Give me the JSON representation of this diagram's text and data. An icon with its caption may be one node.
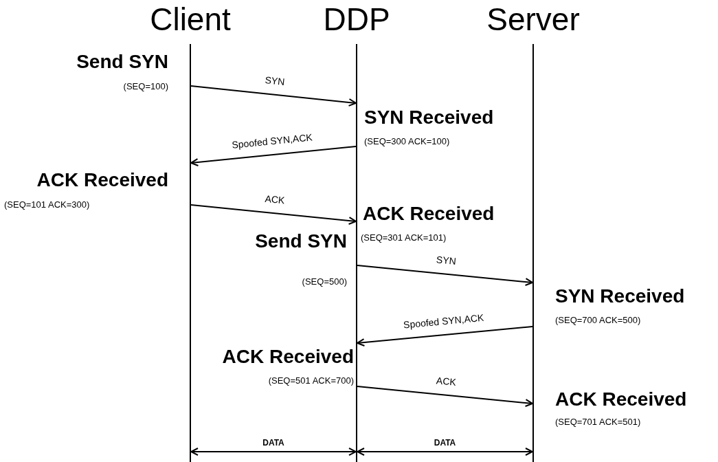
{
  "diagram": {
    "nodes": [
      {
        "text": [
          "Client"
        ]
      },
      {
        "text": [
          "DDP"
        ]
      },
      {
        "text": [
          "Server"
        ]
      }
    ],
    "edges": [
      {
        "from": 0,
        "to": 1,
        "arrow": "to",
        "label": "SYN"
      },
      {
        "from": 1,
        "to": 0,
        "arrow": "to",
        "label": "Spoofed SYN,ACK"
      },
      {
        "from": 0,
        "to": 1,
        "arrow": "to",
        "label": "ACK"
      },
      {
        "from": 1,
        "to": 2,
        "arrow": "to",
        "label": "SYN"
      },
      {
        "from": 2,
        "to": 1,
        "arrow": "to",
        "label": "Spoofed SYN,ACK"
      },
      {
        "from": 1,
        "to": 2,
        "arrow": "to",
        "label": "ACK"
      },
      {
        "from": 0,
        "to": 1,
        "arrow": "both",
        "label": "DATA"
      },
      {
        "from": 1,
        "to": 2,
        "arrow": "both",
        "label": "DATA"
      }
    ],
    "labels": [
      "Send SYN",
      "(SEQ=100)",
      "SYN Received",
      "(SEQ=300 ACK=100)",
      "ACK Received",
      "(SEQ=101 ACK=300)",
      "ACK Received",
      "(SEQ=301 ACK=101)",
      "Send SYN",
      "(SEQ=500)",
      "SYN Received",
      "(SEQ=700 ACK=500)",
      "ACK Received",
      "(SEQ=501 ACK=700)",
      "ACK Received",
      "(SEQ=701 ACK=501)"
    ]
  }
}
